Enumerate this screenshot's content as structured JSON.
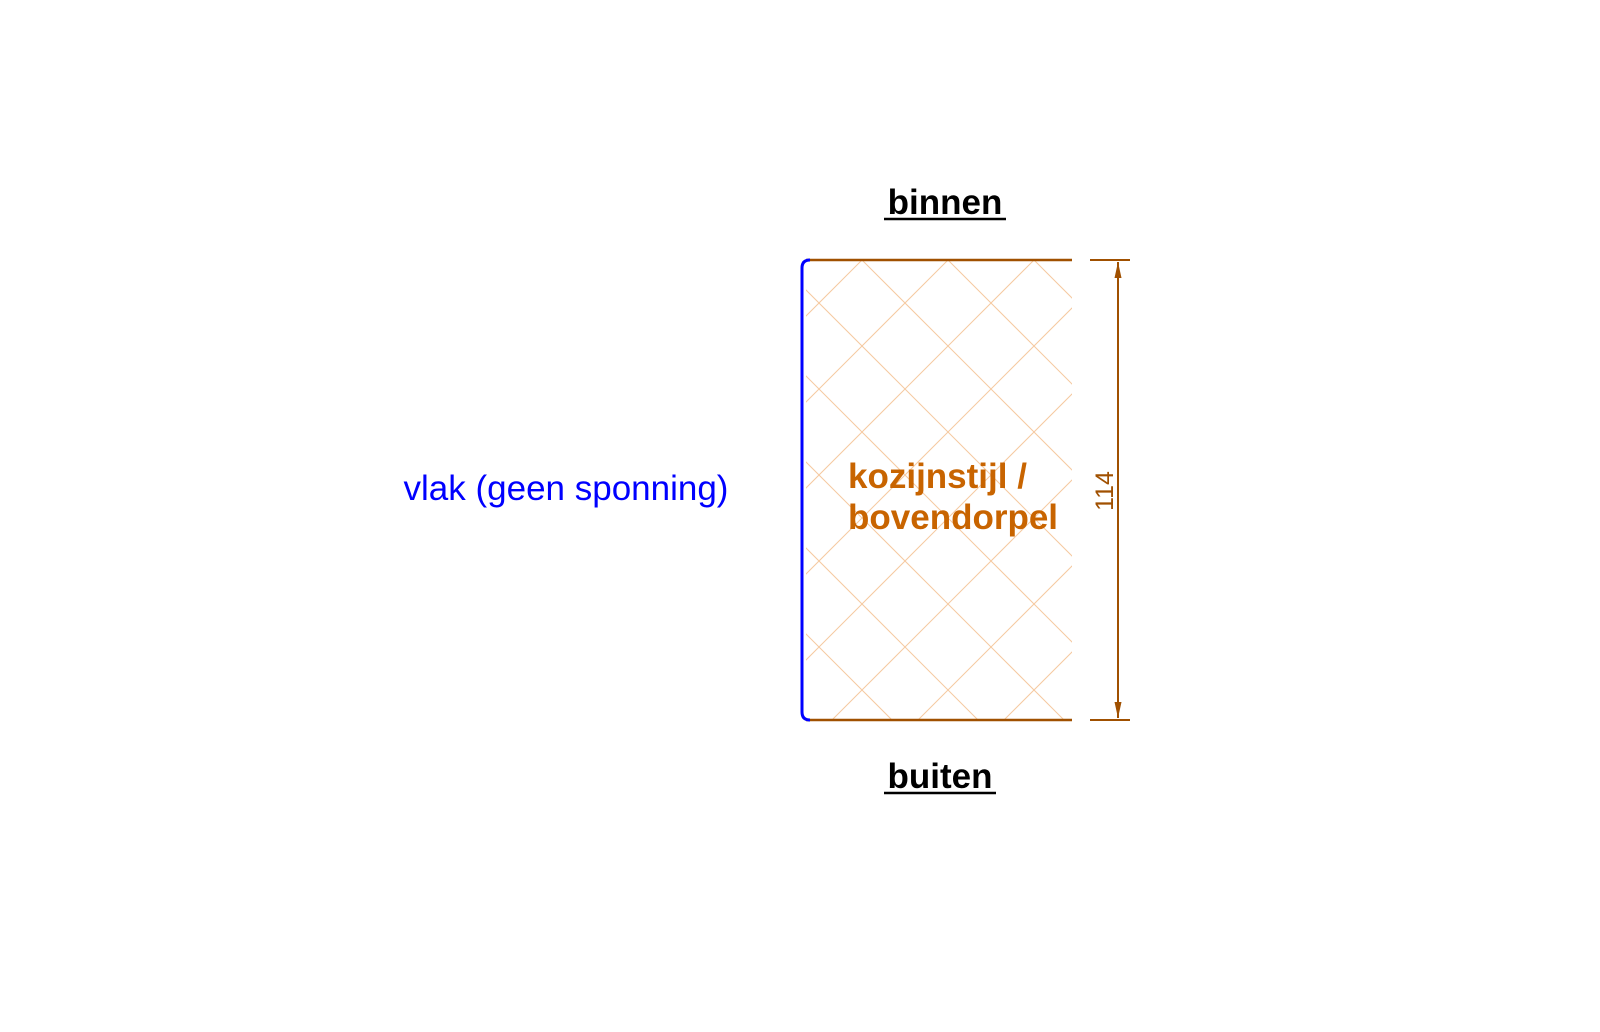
{
  "labels": {
    "inside": "binnen",
    "outside": "buiten",
    "flat_side": "vlak (geen sponning)",
    "member_line1": "kozijnstijl /",
    "member_line2": "bovendorpel",
    "dimension": "114"
  },
  "colors": {
    "text_dark": "#000000",
    "flat_edge": "#0000ff",
    "wood": "#c86400",
    "dimension": "#a05000",
    "hatch": "#f5c9a0"
  }
}
